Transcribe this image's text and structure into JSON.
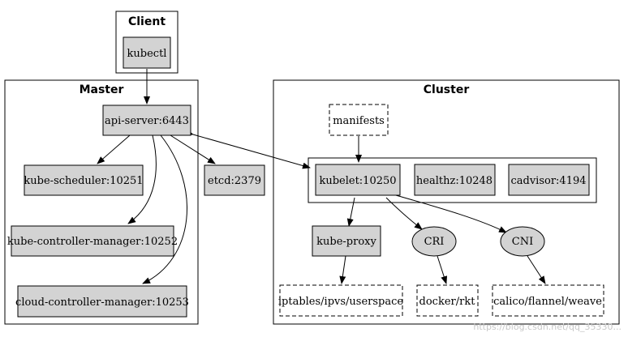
{
  "clusters": {
    "client": "Client",
    "master": "Master",
    "cluster": "Cluster"
  },
  "nodes": {
    "kubectl": "kubectl",
    "api_server": "api-server:6443",
    "kube_scheduler": "kube-scheduler:10251",
    "etcd": "etcd:2379",
    "kube_controller_manager": "kube-controller-manager:10252",
    "cloud_controller_manager": "cloud-controller-manager:10253",
    "manifests": "manifests",
    "kubelet": "kubelet:10250",
    "healthz": "healthz:10248",
    "cadvisor": "cadvisor:4194",
    "kube_proxy": "kube-proxy",
    "cri": "CRI",
    "cni": "CNI",
    "iptables": "iptables/ipvs/userspace",
    "docker_rkt": "docker/rkt",
    "calico": "calico/flannel/weave"
  },
  "watermark": "https://blog.csdn.net/qq_35330..."
}
